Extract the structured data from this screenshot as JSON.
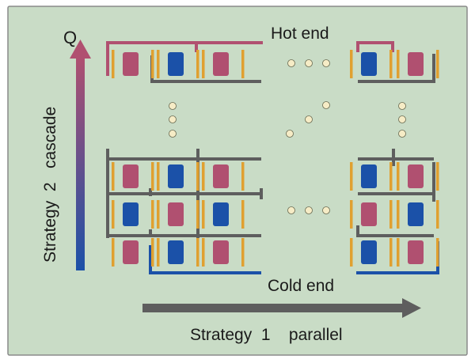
{
  "labels": {
    "hot_end": "Hot end",
    "cold_end": "Cold end",
    "q_axis": "Q",
    "strategy_2": "Strategy  2   cascade",
    "strategy_1": "Strategy  1    parallel"
  },
  "colors": {
    "background": "#c9dcc6",
    "border": "#8a8a8a",
    "hot": "#b05070",
    "cold": "#1b51a8",
    "spacer": "#e0a030",
    "pipe": "#5e5e5e",
    "arrow_gray": "#5e5e5e",
    "dot": "#f6ecc6"
  },
  "stacks": {
    "left_top_row": [
      "hot",
      "cold",
      "hot"
    ],
    "left_bottom_rows": [
      [
        "hot",
        "cold",
        "hot"
      ],
      [
        "cold",
        "hot",
        "cold"
      ],
      [
        "hot",
        "cold",
        "hot"
      ]
    ],
    "right_top_row": [
      "cold",
      "hot"
    ],
    "right_bottom_rows": [
      [
        "cold",
        "hot"
      ],
      [
        "hot",
        "cold"
      ],
      [
        "cold",
        "hot"
      ]
    ]
  }
}
